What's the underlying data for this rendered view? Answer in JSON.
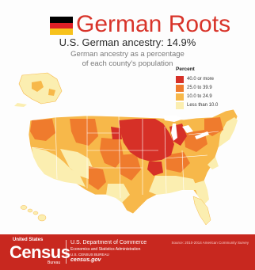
{
  "header": {
    "title": "German Roots",
    "subtitle": "U.S. German ancestry: 14.9%",
    "description_line1": "German ancestry as a percentage",
    "description_line2": "of each county's population"
  },
  "flag_colors": [
    "#000000",
    "#dd1f26",
    "#f7c21c"
  ],
  "legend": {
    "title": "Percent",
    "items": [
      {
        "label": "40.0 or more",
        "color": "#d63027"
      },
      {
        "label": "25.0 to 39.9",
        "color": "#ef7b2d"
      },
      {
        "label": "10.0 to 24.9",
        "color": "#f7b84a"
      },
      {
        "label": "Less than 10.0",
        "color": "#fbeeb0"
      }
    ]
  },
  "map": {
    "land_colors": {
      "highest": "#d63027",
      "high": "#ef7b2d",
      "medium": "#f7b84a",
      "low": "#fbeeb0",
      "state_lines": "#ffffff"
    }
  },
  "footer": {
    "census_top": "United States",
    "census_word": "Census",
    "census_bureau": "Bureau",
    "department": "U.S. Department of Commerce",
    "administration": "Economics and Statistics Administration",
    "bureau": "U.S. CENSUS BUREAU",
    "website": "census.gov",
    "source": "Source: 2010-2014 American Community Survey"
  }
}
